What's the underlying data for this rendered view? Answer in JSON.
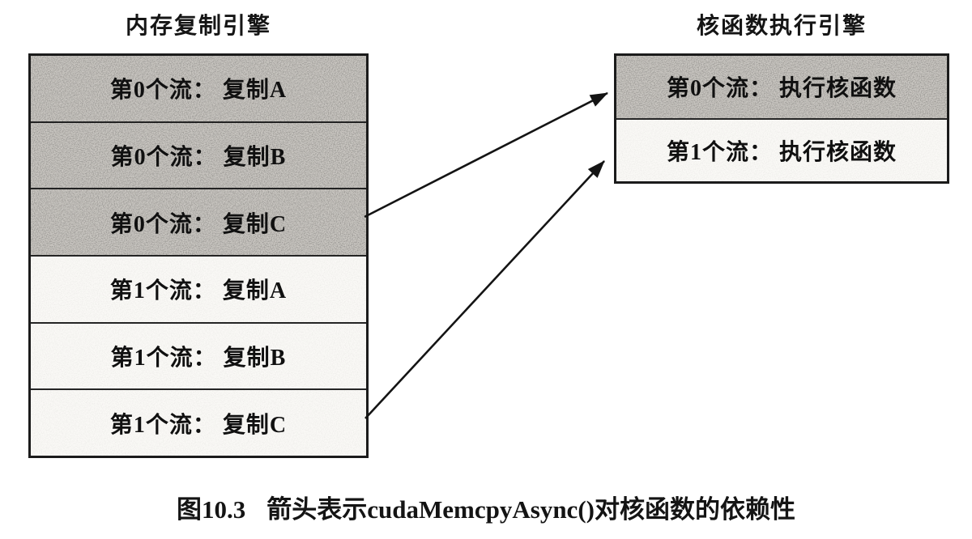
{
  "copy_engine": {
    "title": "内存复制引擎",
    "rows": [
      {
        "label": "第0个流： 复制A",
        "stream": 0,
        "shaded": true
      },
      {
        "label": "第0个流： 复制B",
        "stream": 0,
        "shaded": true
      },
      {
        "label": "第0个流： 复制C",
        "stream": 0,
        "shaded": true
      },
      {
        "label": "第1个流： 复制A",
        "stream": 1,
        "shaded": false
      },
      {
        "label": "第1个流： 复制B",
        "stream": 1,
        "shaded": false
      },
      {
        "label": "第1个流： 复制C",
        "stream": 1,
        "shaded": false
      }
    ]
  },
  "kernel_engine": {
    "title": "核函数执行引擎",
    "rows": [
      {
        "label": "第0个流： 执行核函数",
        "stream": 0,
        "shaded": true
      },
      {
        "label": "第1个流： 执行核函数",
        "stream": 1,
        "shaded": false
      }
    ]
  },
  "arrows": [
    {
      "from": "第0个流： 复制C",
      "to": "第0个流： 执行核函数"
    },
    {
      "from": "第1个流： 复制C",
      "to": "第1个流： 执行核函数"
    }
  ],
  "caption": {
    "number": "图10.3",
    "text": "箭头表示cudaMemcpyAsync()对核函数的依赖性"
  },
  "colors": {
    "shaded_row": "#cac7c2",
    "light_row": "#faf9f6",
    "border": "#1b1b1b",
    "arrow": "#141414",
    "text": "#111111",
    "background": "#ffffff"
  }
}
